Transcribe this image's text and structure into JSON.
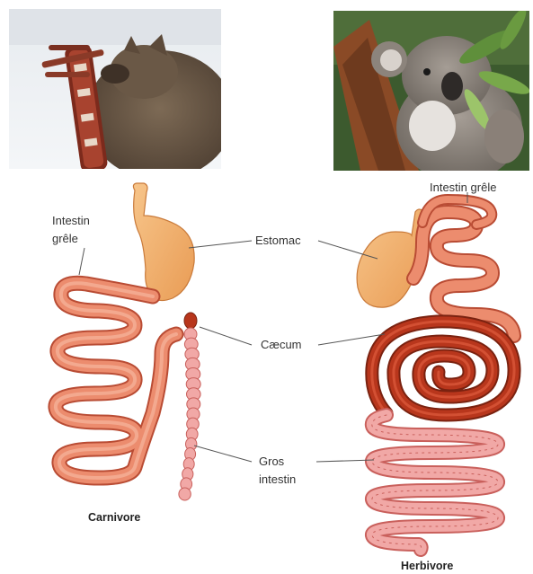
{
  "photos": {
    "left_subject": "carnivore-eating-meat",
    "right_subject": "koala-eating-leaves"
  },
  "labels": {
    "intestin_grele_left_line1": "Intestin",
    "intestin_grele_left_line2": "grêle",
    "intestin_grele_right": "Intestin grêle",
    "estomac": "Estomac",
    "caecum": "Cæcum",
    "gros_intestin_line1": "Gros",
    "gros_intestin_line2": "intestin"
  },
  "captions": {
    "carnivore": "Carnivore",
    "herbivore": "Herbivore"
  },
  "colors": {
    "small_intestine": "#e9876a",
    "small_intestine_outline": "#b94c34",
    "stomach": "#f2b16c",
    "caecum": "#b8361c",
    "large_intestine": "#f1a8a6"
  }
}
